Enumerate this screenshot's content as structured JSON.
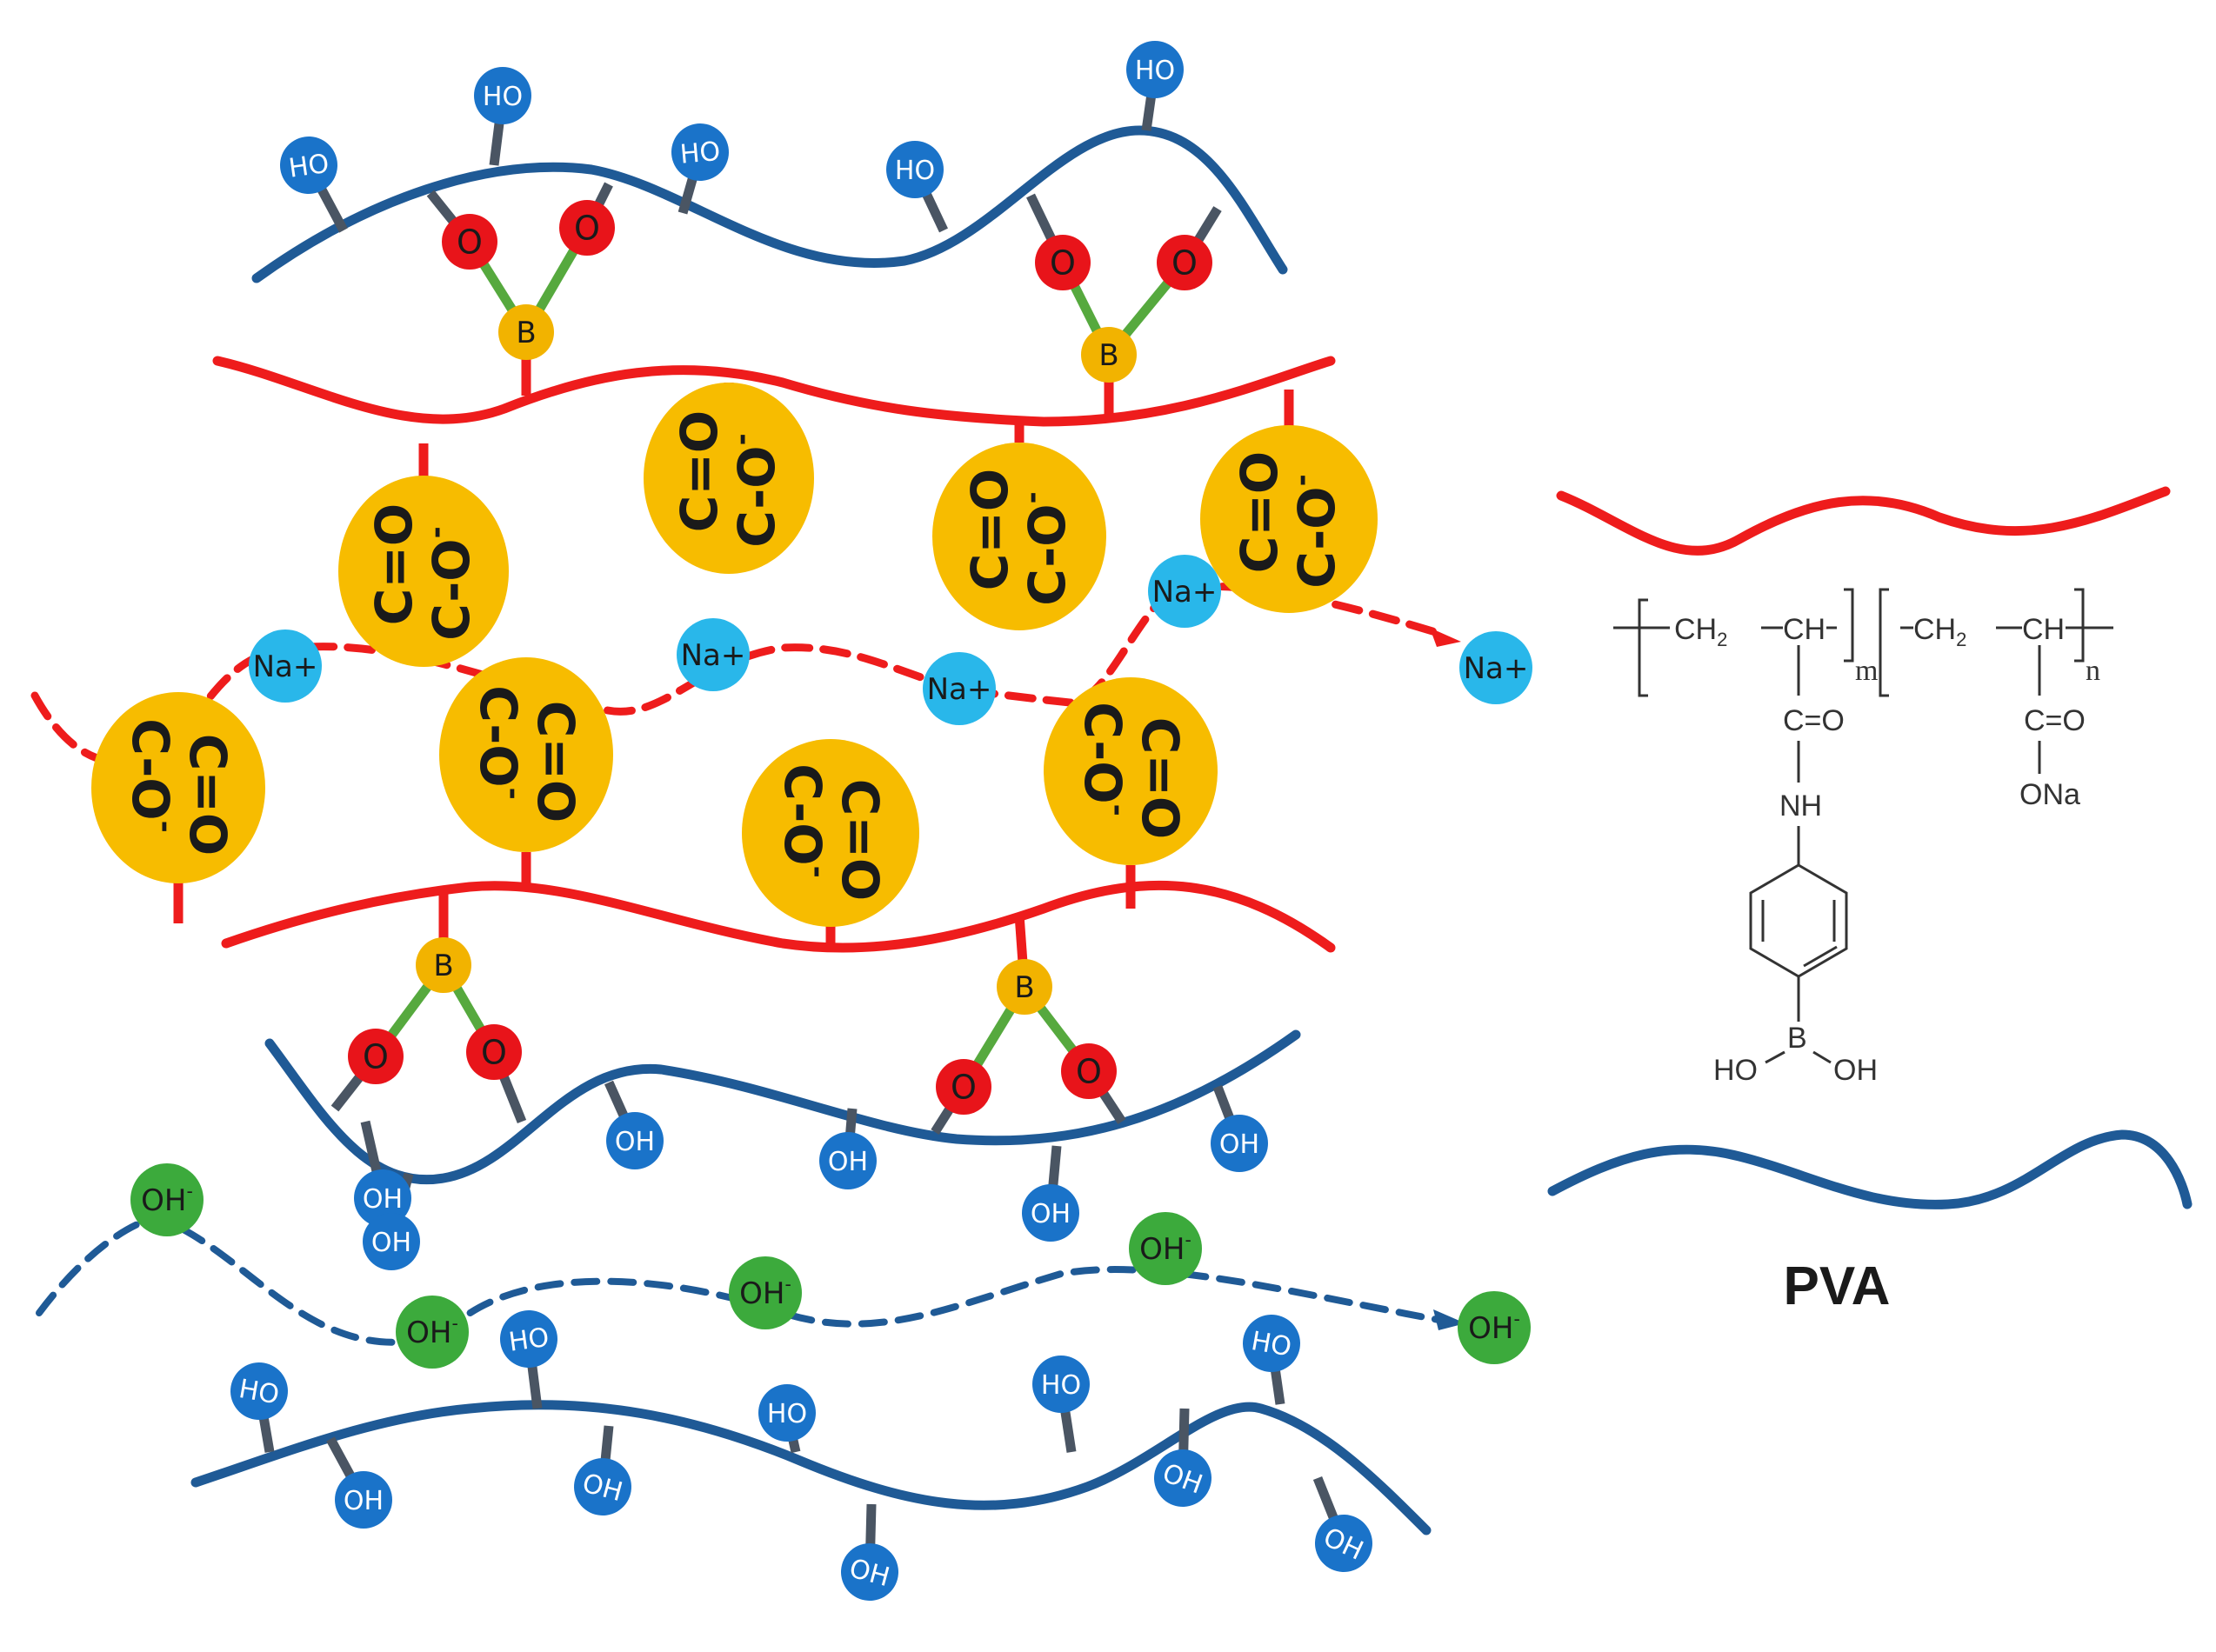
{
  "colors": {
    "pva_chain": "#1F5A96",
    "polymer_chain": "#EE1C1C",
    "hydroxyl": "#1A73C9",
    "boron": "#F2B300",
    "oxygen": "#E8141A",
    "carboxylate": "#F7BC00",
    "sodium": "#29B7EA",
    "hydroxide_ion": "#3CAA3C",
    "bond": "#56A93E",
    "stick": "#4A5563"
  },
  "atoms": {
    "ho": "HO",
    "oh": "OH",
    "oxygen": "O",
    "boron": "B",
    "sodium_ion": "Na+",
    "hydroxide_ion": "OH",
    "hydroxide_charge": "-"
  },
  "carboxylate": {
    "double_bond": "C=O",
    "single_bond": "C-O",
    "charge": "-"
  },
  "legend": {
    "pva_label": "PVA"
  },
  "structure": {
    "ch2": "CH",
    "ch2_sub": "2",
    "ch": "CH",
    "sub_m": "m",
    "sub_n": "n",
    "carbonyl": "C=O",
    "nh": "NH",
    "ona": "ONa",
    "boron": "B",
    "ho": "HO",
    "oh": "OH"
  }
}
